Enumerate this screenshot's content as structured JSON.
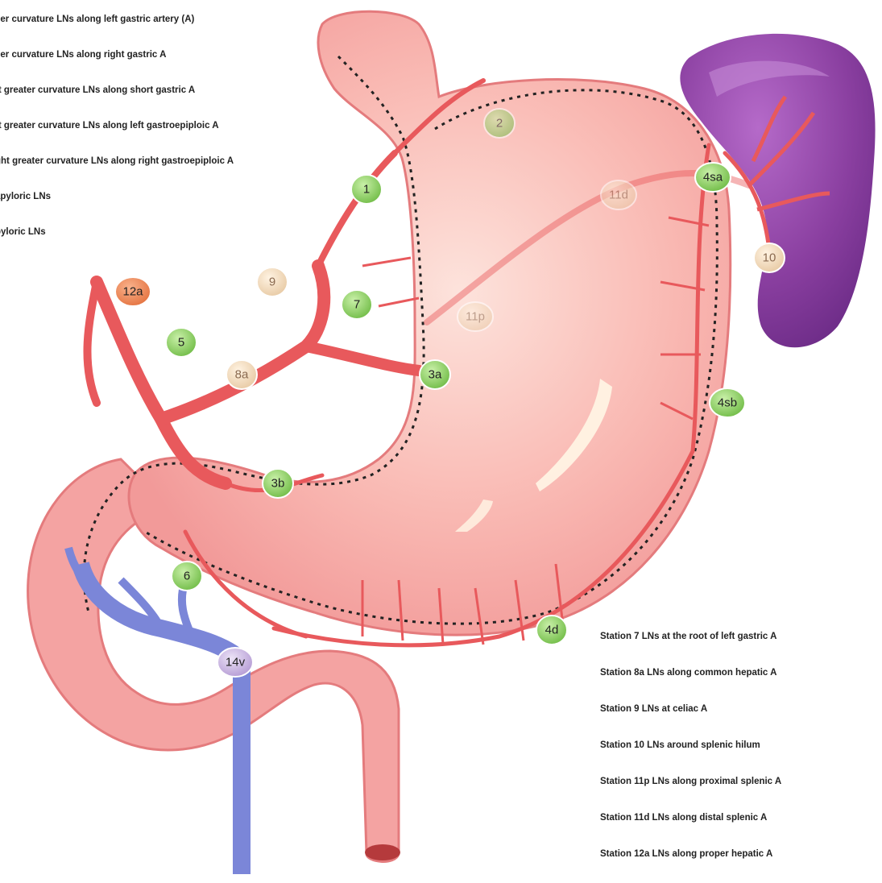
{
  "legend_left": [
    "ser curvature LNs along left gastric artery (A)",
    "ser curvature LNs along right gastric A",
    "ft greater curvature LNs along short gastric A",
    "ft greater curvature LNs along left gastroepiploic A",
    "ght greater curvature LNs along right gastroepiploic A",
    "apyloric LNs",
    "pyloric LNs"
  ],
  "legend_right": [
    "Station 7  LNs at the root of left gastric A",
    "Station 8a  LNs along common hepatic A",
    "Station 9  LNs at celiac A",
    "Station 10  LNs around splenic hilum",
    "Station 11p  LNs along proximal splenic A",
    "Station 11d  LNs along distal splenic A",
    "Station 12a  LNs along proper hepatic A"
  ],
  "nodes": [
    {
      "label": "1",
      "kind": "green"
    },
    {
      "label": "2",
      "kind": "green-faint"
    },
    {
      "label": "3a",
      "kind": "green"
    },
    {
      "label": "3b",
      "kind": "green"
    },
    {
      "label": "4sa",
      "kind": "green"
    },
    {
      "label": "4sb",
      "kind": "green"
    },
    {
      "label": "4d",
      "kind": "green"
    },
    {
      "label": "5",
      "kind": "green"
    },
    {
      "label": "6",
      "kind": "green"
    },
    {
      "label": "7",
      "kind": "green"
    },
    {
      "label": "8a",
      "kind": "tan"
    },
    {
      "label": "9",
      "kind": "tan"
    },
    {
      "label": "10",
      "kind": "tan"
    },
    {
      "label": "11p",
      "kind": "tan-faint"
    },
    {
      "label": "11d",
      "kind": "tan-faint"
    },
    {
      "label": "12a",
      "kind": "orange"
    },
    {
      "label": "14v",
      "kind": "purple"
    }
  ],
  "colors": {
    "stomach": "#f7a9a8",
    "stomach_light": "#fbd0c8",
    "artery": "#e8595c",
    "artery_dark": "#d64a4e",
    "vein": "#7b86d8",
    "spleen": "#8a3fa0",
    "node_green": "#8fd06a",
    "node_tan": "#f2dcc0",
    "node_orange": "#f08a5d",
    "node_purple": "#c9b6e0"
  }
}
